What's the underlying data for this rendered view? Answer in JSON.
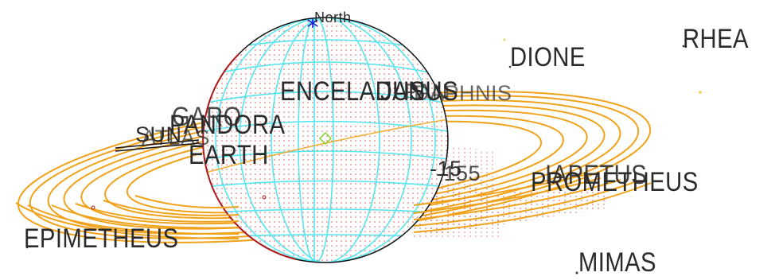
{
  "orientation": {
    "north_label": "North"
  },
  "moons": {
    "rhea": "RHEA",
    "dione": "DIONE",
    "enceladus": "ENCELADUS",
    "janus": "JANUS",
    "pan": "PAN",
    "daphnis": "DAPHNIS",
    "pandora": "PANDORA",
    "earth": "EARTH",
    "sun": "SUN",
    "epimetheus": "EPIMETHEUS",
    "iapetus": "IAPETUS",
    "prometheus": "PROMETHEUS",
    "mimas": "MIMAS",
    "garo": "GARO",
    "atlas": "ATLAS"
  },
  "coordinate_labels": {
    "upper": "-15",
    "lower": "-155"
  },
  "colors": {
    "ring": "#f0a21a",
    "grid": "#55e6f0",
    "limb": "#111111",
    "terminator": "#b01818",
    "shadow_dots": "#d86060",
    "north_marker": "#1a1ad8",
    "subpoint": "#7ed321",
    "text": "#2b2b2b"
  }
}
